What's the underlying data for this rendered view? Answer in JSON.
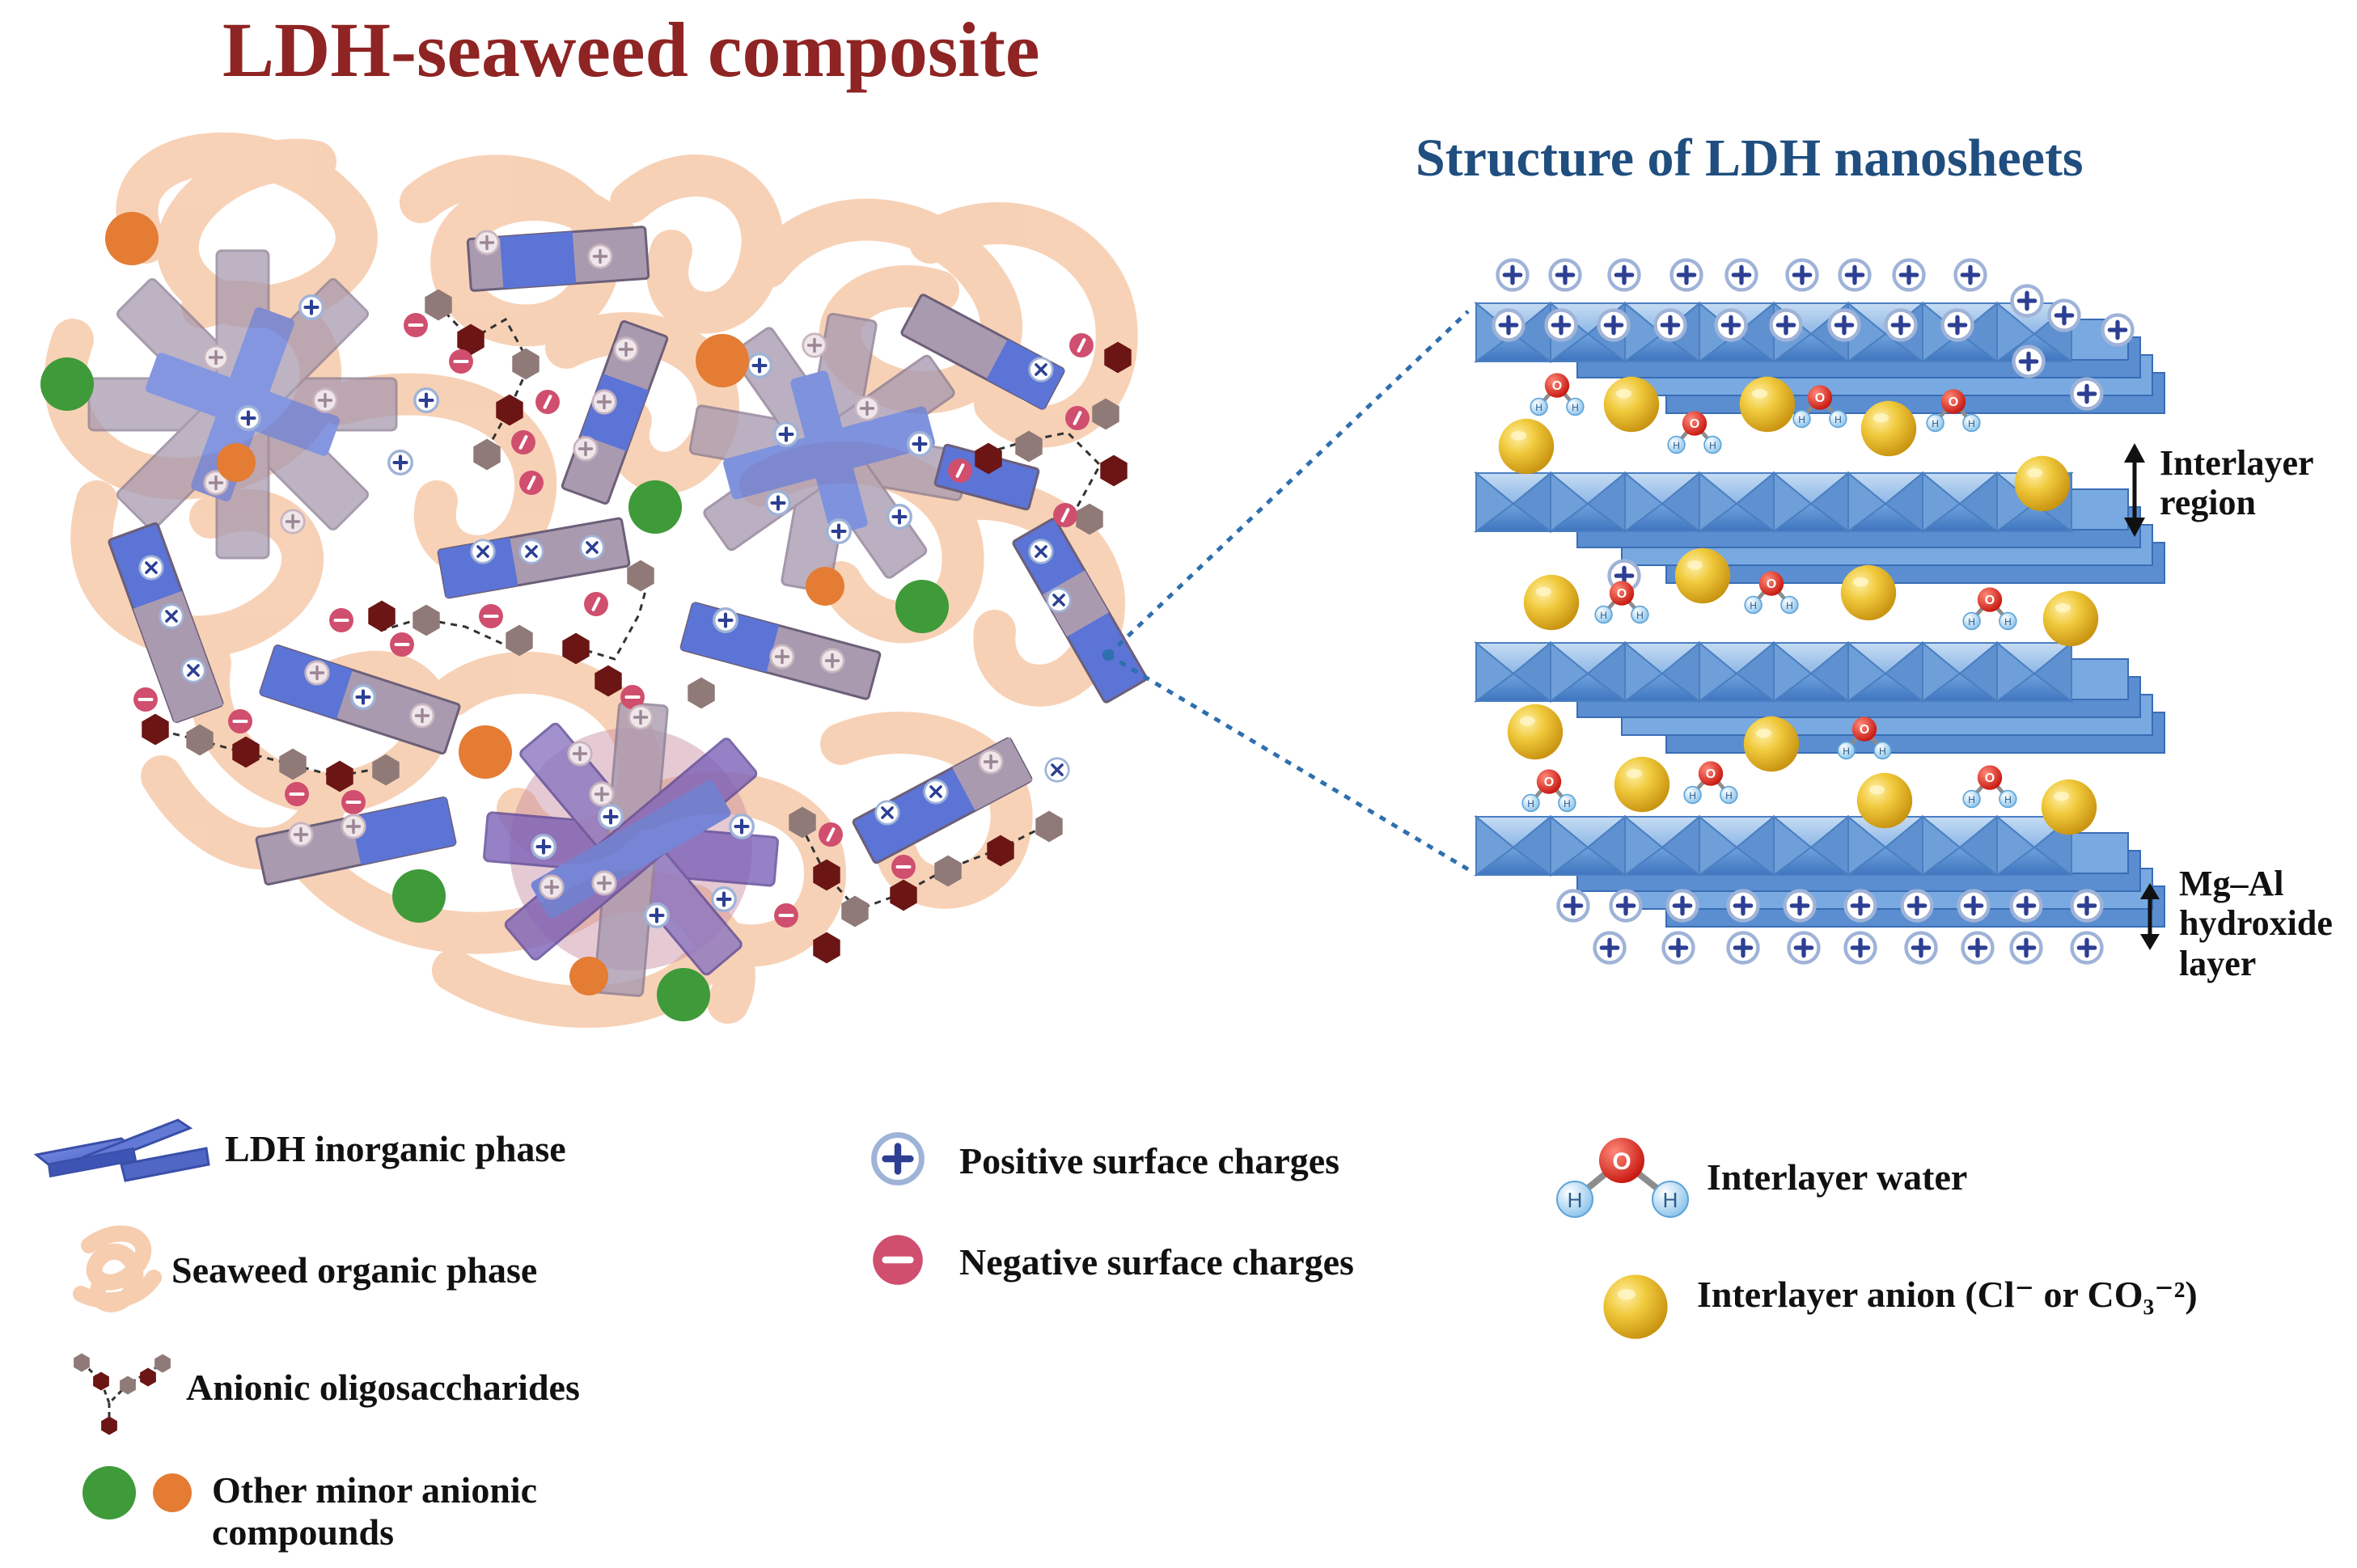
{
  "titles": {
    "main": "LDH-seaweed composite",
    "side": "Structure of LDH nanosheets"
  },
  "annotations": {
    "interlayer_region": [
      "Interlayer",
      "region"
    ],
    "hydroxide_layer": [
      "Mg–Al",
      "hydroxide",
      "layer"
    ]
  },
  "legend": {
    "ldh_inorganic": "LDH inorganic phase",
    "seaweed_organic": "Seaweed organic phase",
    "anionic_oligo": "Anionic oligosaccharides",
    "other_minor": [
      "Other minor anionic",
      "compounds"
    ],
    "positive": "Positive surface charges",
    "negative": "Negative surface charges",
    "water": "Interlayer water",
    "anion": "Interlayer anion (Cl⁻ or CO₃⁻²)"
  },
  "molecule_labels": {
    "oxygen": "O",
    "hydrogen": "H"
  },
  "icons": [
    "ldh-platelet-icon",
    "seaweed-strand-icon",
    "oligosaccharide-icon",
    "green-compound-icon",
    "orange-compound-icon",
    "positive-charge-icon",
    "negative-charge-icon",
    "water-molecule-icon",
    "anion-sphere-icon"
  ],
  "colors": {
    "title_main": "#8e2423",
    "title_side": "#1f4e7f",
    "ldh_blue": "#5b74d6",
    "ldh_gray": "#a99ab0",
    "seaweed": "#f6c8a7",
    "oligo_dark": "#6b1515",
    "oligo_light": "#8f7a78",
    "green": "#3f9a3a",
    "orange": "#e47c34",
    "negative": "#d04e6e",
    "positive_ring": "#9fb3d8",
    "positive_cross": "#2c3f93",
    "sheet_blue": "#6fa4de",
    "water_o": "#e1271f",
    "water_h": "#a9d4f2",
    "anion": "#e6b82c",
    "dotted_line": "#2e6fae"
  }
}
